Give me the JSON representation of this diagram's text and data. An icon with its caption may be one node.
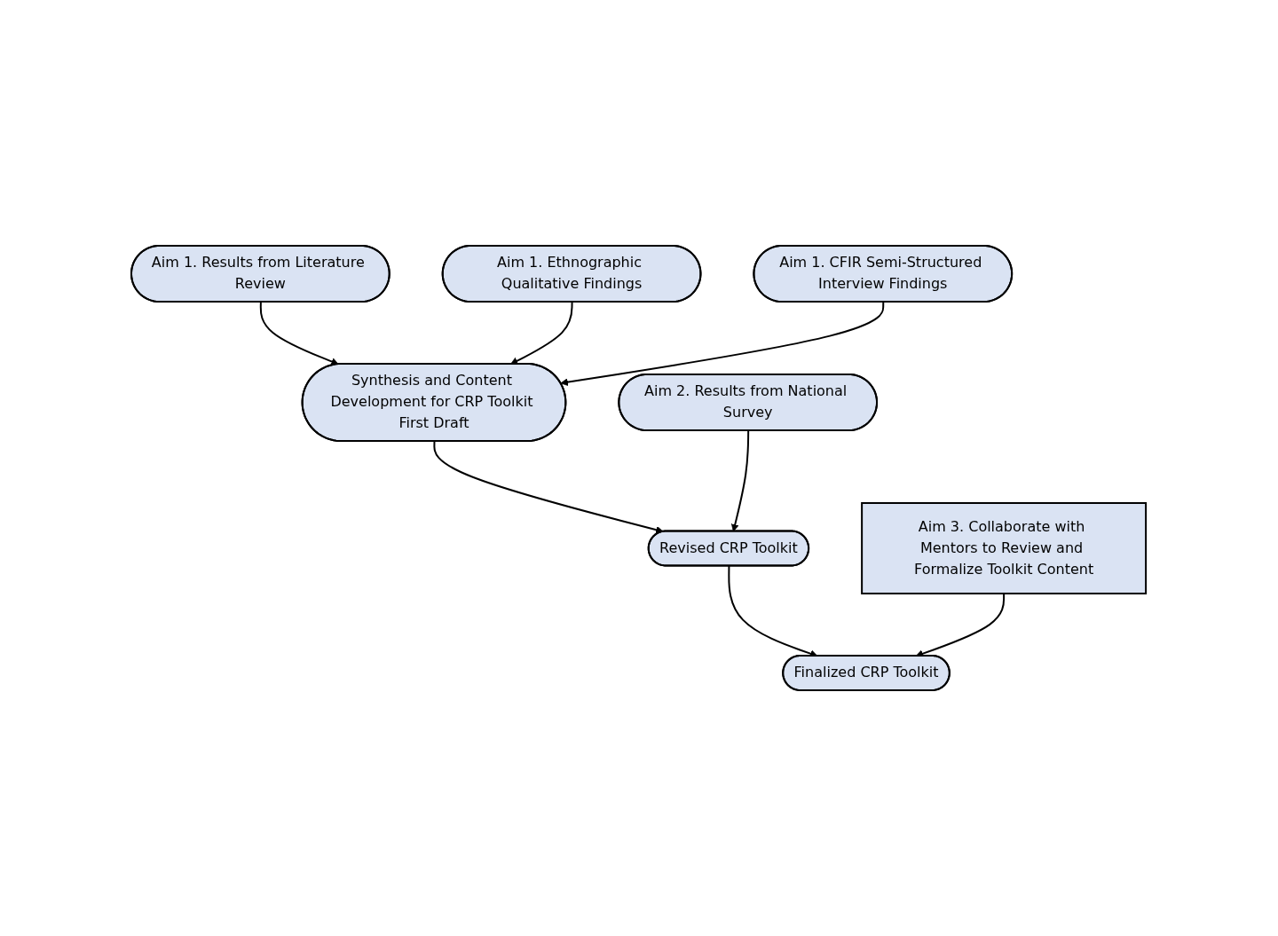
{
  "diagram": {
    "nodes": [
      {
        "text": [
          "Aim 1. Results from Literature Review"
        ]
      },
      {
        "text": [
          "Aim 1. Ethnographic Qualitative Findings"
        ]
      },
      {
        "text": [
          "Aim 1. CFIR Semi-Structured Interview Findings"
        ]
      },
      {
        "text": [
          "Synthesis and Content Development for CRP Toolkit First Draft"
        ]
      },
      {
        "text": [
          "Aim 2. Results from National Survey"
        ]
      },
      {
        "text": [
          "Revised CRP Toolkit"
        ]
      },
      {
        "text": [
          "Aim 3. Collaborate with Mentors to Review and Formalize Toolkit Content"
        ]
      },
      {
        "text": [
          "Finalized CRP Toolkit"
        ]
      }
    ],
    "edges": [
      {
        "from": 0,
        "to": 3,
        "arrow": "to"
      },
      {
        "from": 1,
        "to": 3,
        "arrow": "to"
      },
      {
        "from": 2,
        "to": 3,
        "arrow": "to"
      },
      {
        "from": 3,
        "to": 5,
        "arrow": "to"
      },
      {
        "from": 4,
        "to": 5,
        "arrow": "to"
      },
      {
        "from": 5,
        "to": 7,
        "arrow": "to"
      },
      {
        "from": 6,
        "to": 7,
        "arrow": "to"
      }
    ]
  }
}
